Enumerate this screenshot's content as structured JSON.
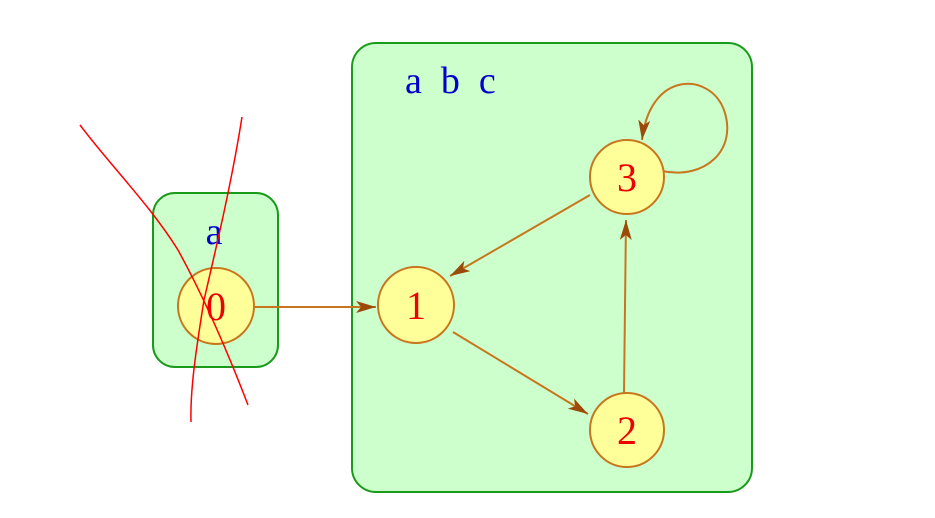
{
  "colors": {
    "group_fill": "#ccffcc",
    "group_stroke": "#1a9a1a",
    "node_fill": "#ffff99",
    "node_stroke": "#c8761e",
    "node_label": "#ee0000",
    "group_label": "#0000cc",
    "edge": "#9c4a0a",
    "cross_mark": "#ff0000"
  },
  "groups": [
    {
      "id": "small",
      "label": "a",
      "crossed_out": true
    },
    {
      "id": "large",
      "label": "a  b  c",
      "crossed_out": false
    }
  ],
  "nodes": [
    {
      "id": "n0",
      "label": "0",
      "group": "small"
    },
    {
      "id": "n1",
      "label": "1",
      "group": "large"
    },
    {
      "id": "n2",
      "label": "2",
      "group": "large"
    },
    {
      "id": "n3",
      "label": "3",
      "group": "large"
    }
  ],
  "edges": [
    {
      "from": "0",
      "to": "1"
    },
    {
      "from": "1",
      "to": "2"
    },
    {
      "from": "2",
      "to": "3"
    },
    {
      "from": "3",
      "to": "1"
    },
    {
      "from": "3",
      "to": "3"
    }
  ]
}
